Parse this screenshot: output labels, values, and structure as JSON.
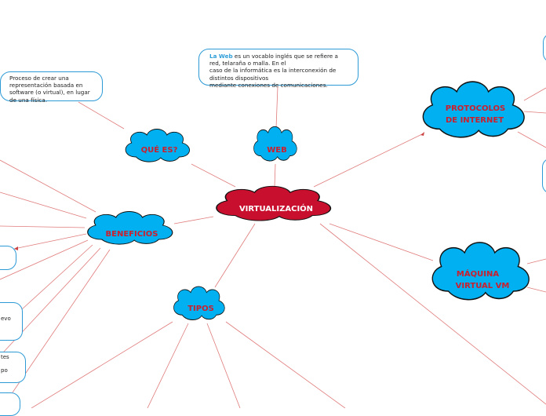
{
  "center": {
    "label": "VIRTUALIZACIÓN",
    "fill": "#c8102e"
  },
  "nodes": {
    "que_es": {
      "label": "QUÉ ES?"
    },
    "web": {
      "label": "WEB"
    },
    "beneficios": {
      "label": "BENEFICIOS"
    },
    "tipos": {
      "label": "TIPOS"
    },
    "protocolos": {
      "line1": "PROTOCOLOS",
      "line2": "DE INTERNET"
    },
    "maquina": {
      "line1": "MÁQUINA",
      "line2": "VIRTUAL VM"
    }
  },
  "notes": {
    "web": {
      "highlight": "La Web",
      "line1_rest": " es un vocablo inglés que se refiere a",
      "line2": "red, telaraña o malla. En el",
      "line3": "caso de la informática es la interconexión de",
      "line4": "distintos dispositivos",
      "line5": "mediante conexiones de comunicaciones."
    },
    "que_es": {
      "line1": "Proceso de crear una",
      "line2": "representación basada en",
      "line3": "software (o virtual), en lugar",
      "line4": "de una física."
    }
  },
  "fragments": {
    "evo": "evo",
    "tes": "tes",
    "po": "po"
  },
  "colors": {
    "cloud_fill": "#00b0f0",
    "cloud_stroke": "#111111",
    "center_fill": "#c8102e",
    "label_red": "#cc1f2e",
    "connector": "#e07b7b",
    "note_border": "#2d9ad6",
    "note_highlight": "#2f9ed8"
  }
}
